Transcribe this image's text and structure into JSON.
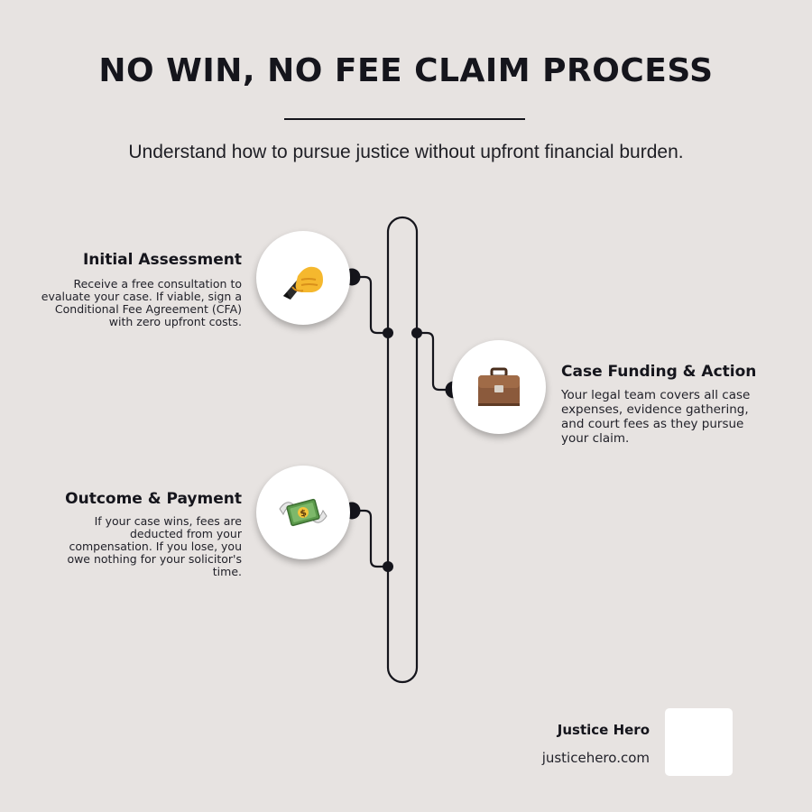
{
  "header": {
    "title": "NO WIN, NO FEE CLAIM PROCESS",
    "subtitle": "Understand how to pursue justice without upfront financial burden."
  },
  "steps": [
    {
      "title": "Initial Assessment",
      "icon": "writing-hand-icon",
      "description": "Receive a free consultation to evaluate your case. If viable, sign a Conditional Fee Agreement (CFA) with zero upfront costs."
    },
    {
      "title": "Case Funding & Action",
      "icon": "briefcase-icon",
      "description": "Your legal team covers all case expenses, evidence gathering, and court fees as they pursue your claim."
    },
    {
      "title": "Outcome & Payment",
      "icon": "money-with-wings-icon",
      "description": "If your case wins, fees are deducted from your compensation. If you lose, you owe nothing for your solicitor's time."
    }
  ],
  "footer": {
    "brand_name": "Justice Hero",
    "brand_url": "justicehero.com"
  },
  "colors": {
    "background": "#e7e3e1",
    "ink": "#15151c",
    "card": "#ffffff"
  }
}
